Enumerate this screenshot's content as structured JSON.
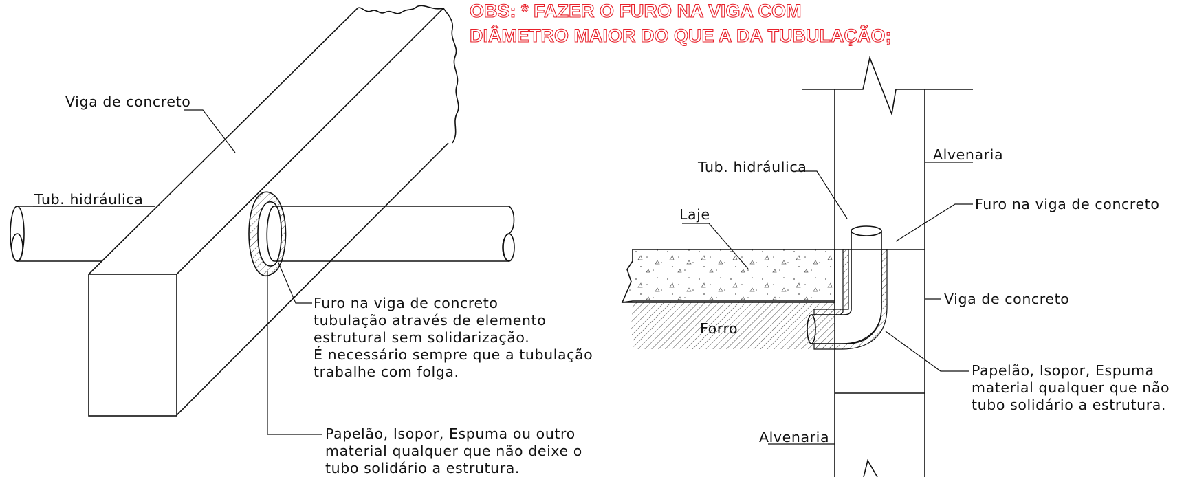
{
  "obs": {
    "line1": "OBS: * FAZER O FURO NA VIGA COM",
    "line2": "DIÂMETRO MAIOR DO QUE A DA TUBULAÇÃO;",
    "color": "#e8202a"
  },
  "left": {
    "viga": "Viga de concreto",
    "tub": "Tub. hidráulica",
    "furo": [
      "Furo na viga de concreto",
      "tubulação através de elemento",
      "estrutural sem solidarização.",
      "É necessário sempre que a tubulação",
      "trabalhe com folga."
    ],
    "papelao": [
      "Papelão, Isopor, Espuma  ou outro",
      "material qualquer que não deixe o",
      "tubo solidário a estrutura."
    ]
  },
  "right": {
    "alvenaria_top": "Alvenaria",
    "tub": "Tub. hidráulica",
    "furo": "Furo na viga de concreto",
    "laje": "Laje",
    "viga": "Viga de concreto",
    "forro": "Forro",
    "papelao": [
      "Papelão, Isopor, Espuma",
      "material qualquer que não",
      "tubo solidário a estrutura."
    ],
    "alvenaria_bottom": "Alvenaria"
  }
}
